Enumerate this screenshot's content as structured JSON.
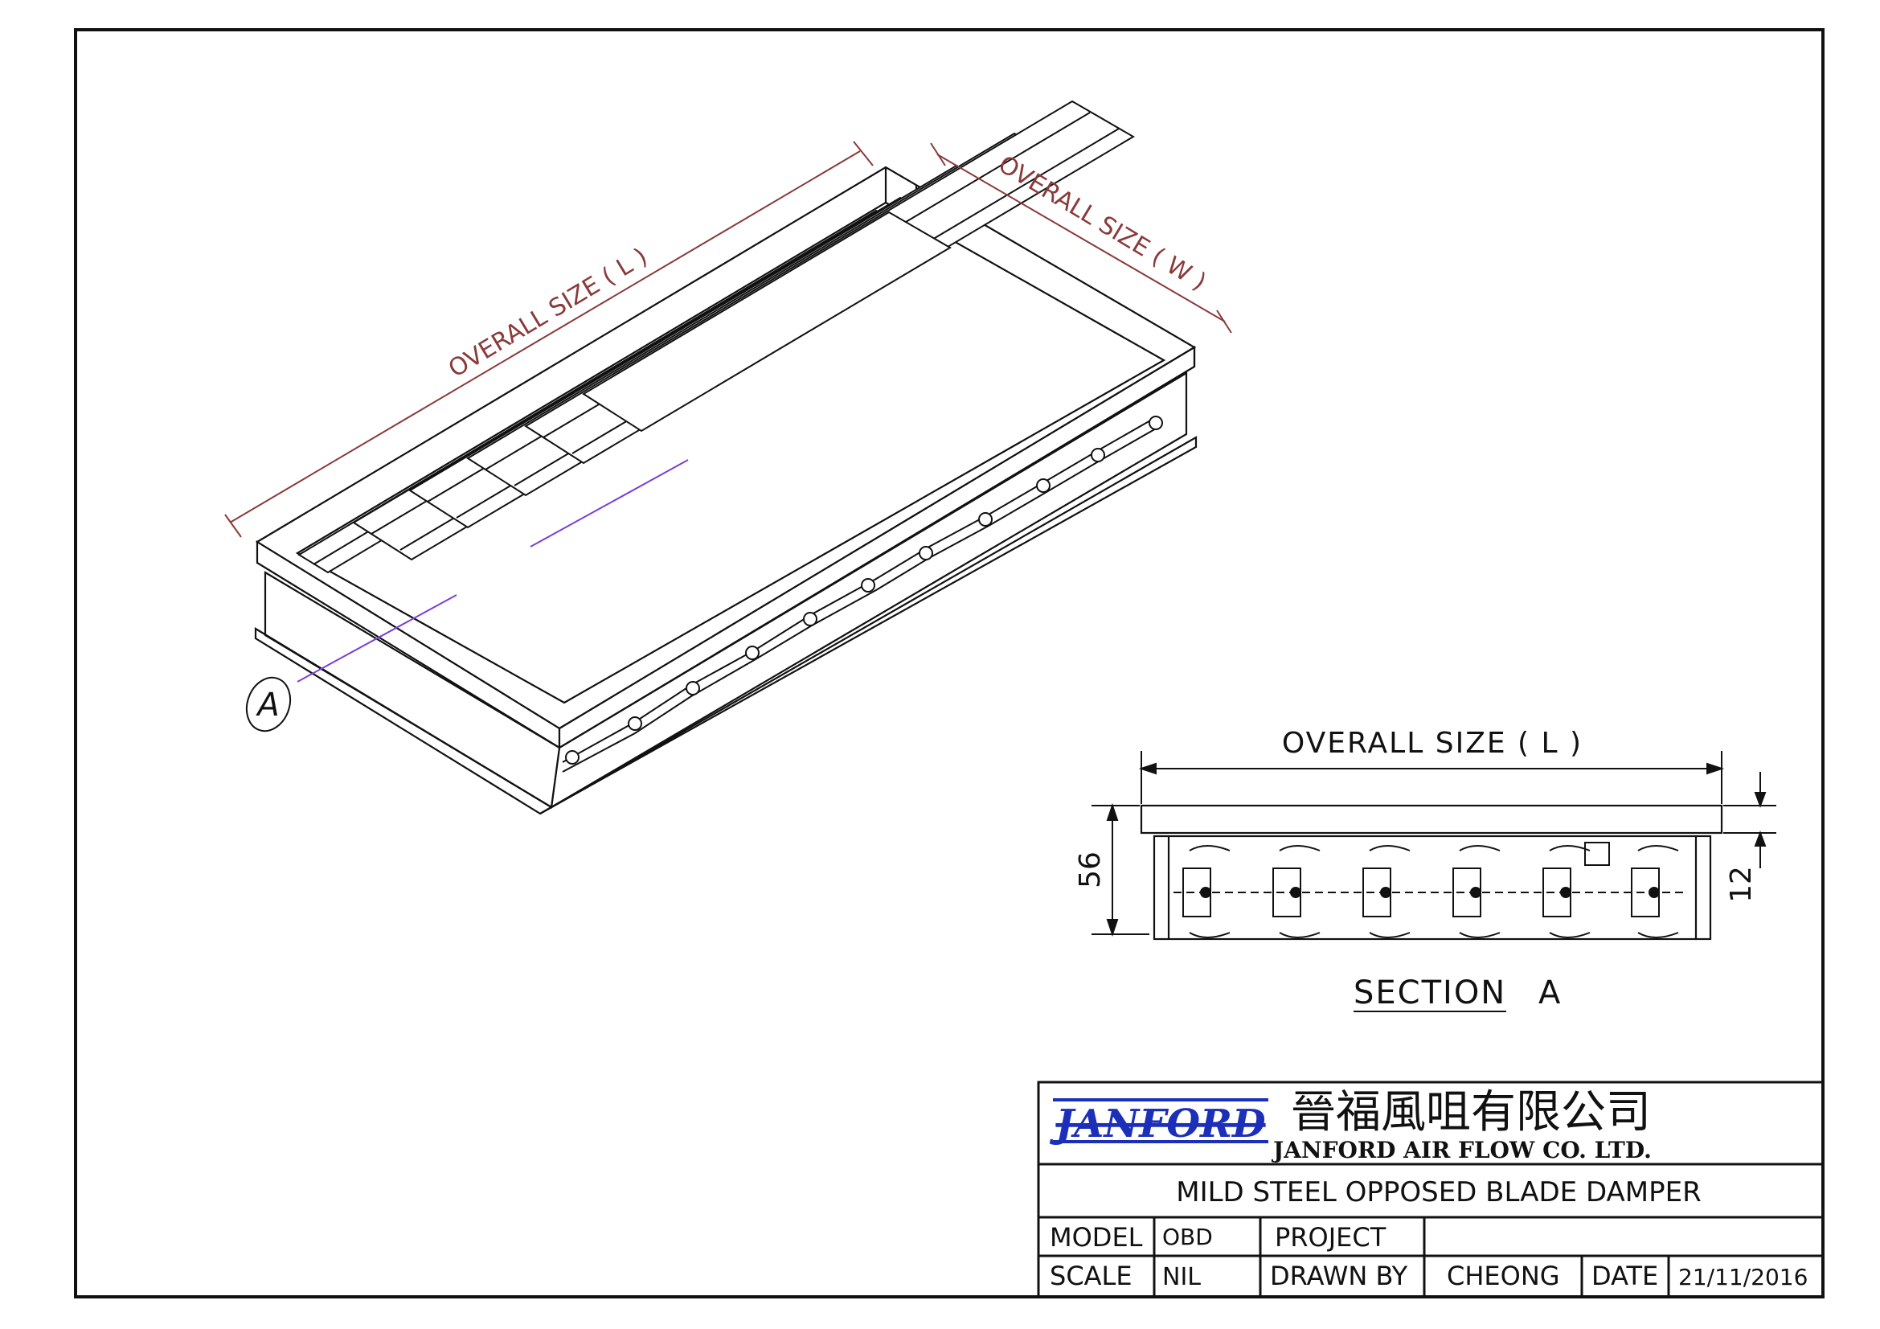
{
  "drawing": {
    "iso_label_length": "OVERALL SIZE ( L )",
    "iso_label_width": "OVERALL SIZE ( W )",
    "section_marker": "A",
    "section": {
      "top_label": "OVERALL SIZE ( L )",
      "height_dim": "56",
      "flange_dim": "12",
      "title": "SECTION",
      "title_letter": "A"
    }
  },
  "title_block": {
    "logo_text": "JANFORD",
    "company_chinese": "晉福風咀有限公司",
    "company_english": "JANFORD AIR FLOW CO. LTD.",
    "drawing_title": "MILD STEEL OPPOSED BLADE DAMPER",
    "model_label": "MODEL",
    "model_value": "OBD",
    "project_label": "PROJECT",
    "project_value": "",
    "scale_label": "SCALE",
    "scale_value": "NIL",
    "drawn_by_label": "DRAWN BY",
    "drawn_by_value": "CHEONG",
    "date_label": "DATE",
    "date_value": "21/11/2016"
  },
  "colors": {
    "line": "#111111",
    "dimension_red": "#8a3a3a",
    "section_line": "#7b3fd6",
    "logo_blue": "#1c2fb8"
  }
}
